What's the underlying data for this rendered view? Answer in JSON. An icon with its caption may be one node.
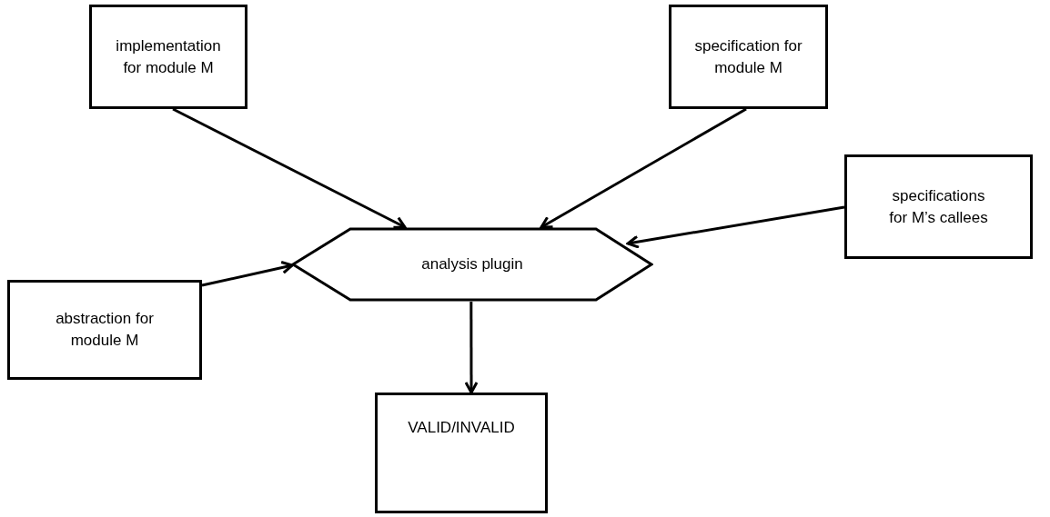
{
  "diagram": {
    "nodes": [
      {
        "text": [
          "implementation for module M"
        ]
      },
      {
        "text": [
          "specification for module M"
        ]
      },
      {
        "text": [
          "specifications for M’s callees"
        ]
      },
      {
        "text": [
          "abstraction for module M"
        ]
      },
      {
        "text": [
          "analysis plugin"
        ]
      },
      {
        "text": [
          "VALID/INVALID"
        ]
      }
    ],
    "edges": [
      {
        "from": 0,
        "to": 4,
        "arrow": "to"
      },
      {
        "from": 1,
        "to": 4,
        "arrow": "to"
      },
      {
        "from": 2,
        "to": 4,
        "arrow": "to"
      },
      {
        "from": 3,
        "to": 4,
        "arrow": "to"
      },
      {
        "from": 4,
        "to": 5,
        "arrow": "to"
      }
    ]
  }
}
